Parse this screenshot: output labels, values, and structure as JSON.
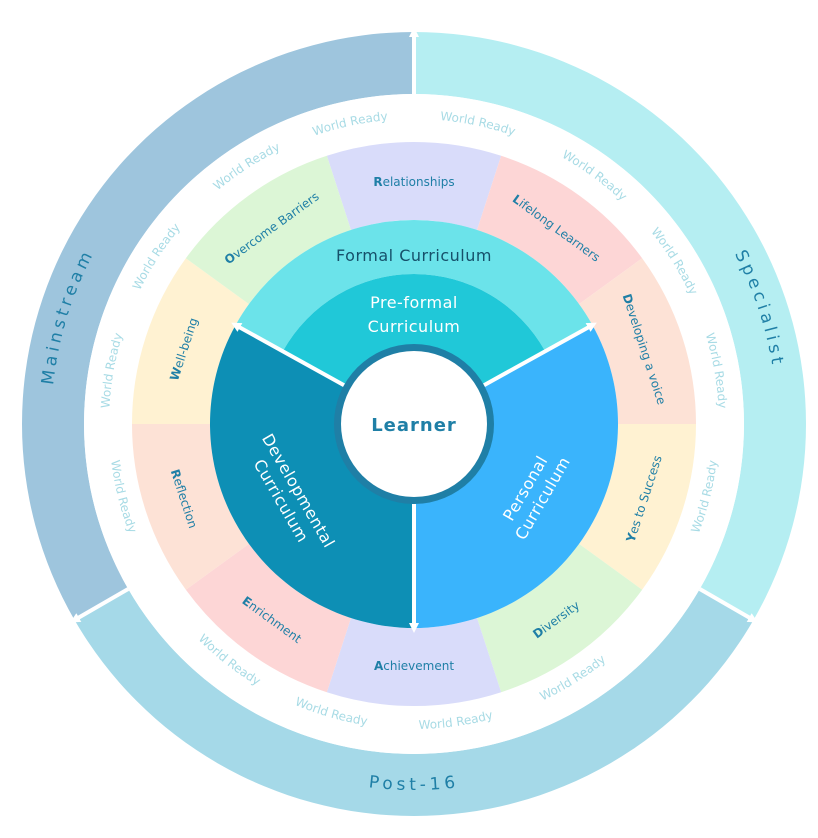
{
  "outer_ring": {
    "mainstream": "Mainstream",
    "specialist": "Specialist",
    "post16": "Post-16",
    "colors": {
      "mainstream": "#9ec5dd",
      "specialist": "#b5eef2",
      "post16": "#a5d9e8",
      "text": "#1f7fa6"
    }
  },
  "world_ready": "World Ready",
  "world_ready_color": "#a8dbe5",
  "values": [
    {
      "initial": "R",
      "rest": "elationships",
      "color": "#d9dcfa"
    },
    {
      "initial": "L",
      "rest": "ifelong Learners",
      "color": "#fdd6d6"
    },
    {
      "initial": "D",
      "rest": "eveloping a voice",
      "color": "#fde2d6"
    },
    {
      "initial": "Y",
      "rest": "es to Success",
      "color": "#fff2d2"
    },
    {
      "initial": "D",
      "rest": "iversity",
      "color": "#dcf6d6"
    },
    {
      "initial": "A",
      "rest": "chievement",
      "color": "#d9dcfa"
    },
    {
      "initial": "E",
      "rest": "nrichment",
      "color": "#fdd6d6"
    },
    {
      "initial": "R",
      "rest": "eflection",
      "color": "#fde2d6"
    },
    {
      "initial": "W",
      "rest": "ell-being",
      "color": "#fff2d2"
    },
    {
      "initial": "O",
      "rest": "vercome Barriers",
      "color": "#dcf6d6"
    }
  ],
  "value_text_color": "#1f7fa6",
  "curricula": {
    "formal": "Formal Curriculum",
    "preformal_line1": "Pre-formal",
    "preformal_line2": "Curriculum",
    "developmental_line1": "Developmental",
    "developmental_line2": "Curriculum",
    "personal_line1": "Personal",
    "personal_line2": "Curriculum",
    "colors": {
      "formal": "#6be3ea",
      "preformal": "#20c8d8",
      "developmental": "#0d8fb5",
      "personal": "#3ab4fc"
    }
  },
  "center": {
    "label": "Learner",
    "color": "#1f7fa6"
  }
}
